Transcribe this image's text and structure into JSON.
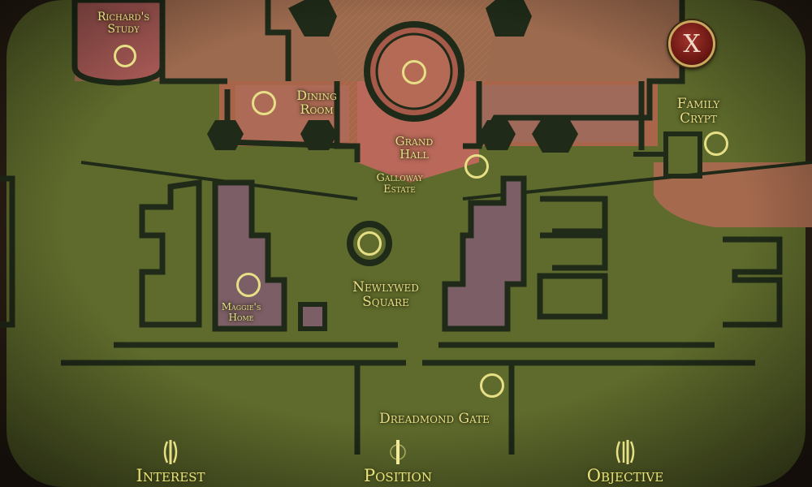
{
  "locations": [
    {
      "id": "richards-study",
      "label_lines": [
        "Richard's",
        "Study"
      ]
    },
    {
      "id": "dining-room",
      "label_lines": [
        "Dining",
        "Room"
      ]
    },
    {
      "id": "grand-hall",
      "label_lines": [
        "Grand",
        "Hall"
      ]
    },
    {
      "id": "family-crypt",
      "label_lines": [
        "Family",
        "Crypt"
      ]
    },
    {
      "id": "galloway-estate",
      "label_lines": [
        "Galloway",
        "Estate"
      ]
    },
    {
      "id": "newlywed-square",
      "label_lines": [
        "Newlywed",
        "Square"
      ]
    },
    {
      "id": "maggies-home",
      "label_lines": [
        "Maggie's",
        "Home"
      ]
    },
    {
      "id": "dreadmond-gate",
      "label_lines": [
        "Dreadmond Gate"
      ]
    }
  ],
  "close_button": {
    "label": "X"
  },
  "legend": {
    "interest": "Interest",
    "position": "Position",
    "objective": "Objective"
  },
  "colors": {
    "grass": "#5f6b2c",
    "estate": "#9a6248",
    "building": "#7c5e66",
    "wall": "#1f2a18",
    "label": "#e6df86",
    "close_button": "#8a2420"
  },
  "icons": [
    "interest-marker-icon",
    "position-marker-icon",
    "objective-marker-icon",
    "close-icon"
  ]
}
